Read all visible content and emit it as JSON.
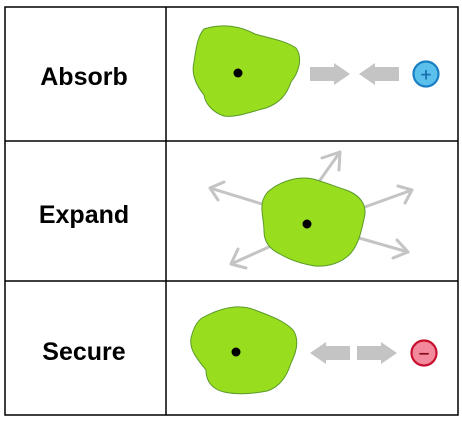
{
  "rows": [
    {
      "label": "Absorb",
      "arrows": "inward",
      "badge": {
        "sign": "+",
        "meaning": "plus",
        "fill": "#5bc0eb",
        "stroke": "#1b7fc4",
        "text_color": "#1b6fb0"
      }
    },
    {
      "label": "Expand",
      "arrows": "outward",
      "badge": null
    },
    {
      "label": "Secure",
      "arrows": "outward",
      "badge": {
        "sign": "−",
        "meaning": "minus",
        "fill": "#f08a9c",
        "stroke": "#c8102e",
        "text_color": "#8a0a1e"
      }
    }
  ],
  "colors": {
    "blob_fill": "#99dd1f",
    "blob_stroke": "#5a9a2a",
    "arrow": "#c4c4c4",
    "grid": "#000000",
    "dot": "#000000"
  }
}
